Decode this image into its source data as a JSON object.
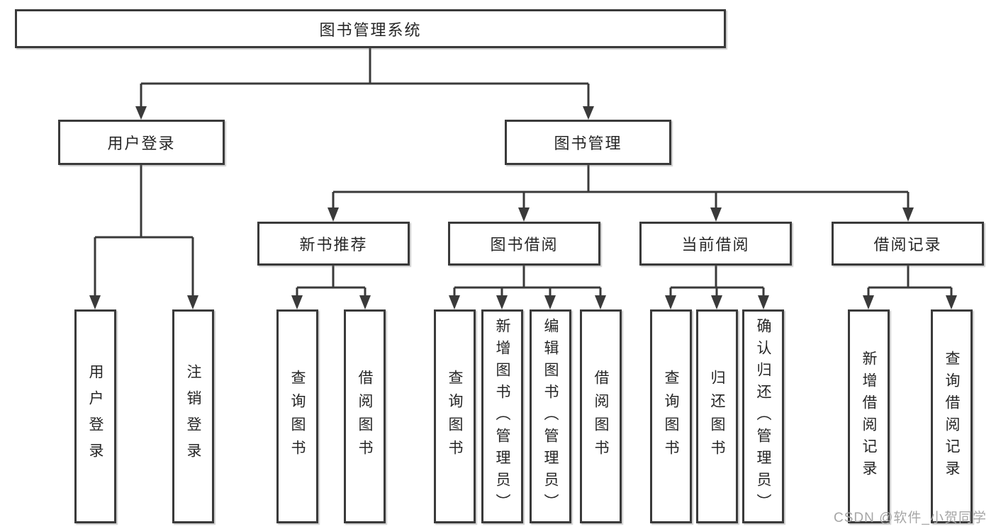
{
  "diagram": {
    "root": {
      "label": "图书管理系统",
      "children": [
        {
          "label": "用户登录",
          "children": [
            {
              "label": "用户登录"
            },
            {
              "label": "注销登录"
            }
          ]
        },
        {
          "label": "图书管理",
          "children": [
            {
              "label": "新书推荐",
              "children": [
                {
                  "label": "查询图书"
                },
                {
                  "label": "借阅图书"
                }
              ]
            },
            {
              "label": "图书借阅",
              "children": [
                {
                  "label": "查询图书"
                },
                {
                  "label": "新增图书（管理员）"
                },
                {
                  "label": "编辑图书（管理员）"
                },
                {
                  "label": "借阅图书"
                }
              ]
            },
            {
              "label": "当前借阅",
              "children": [
                {
                  "label": "查询图书"
                },
                {
                  "label": "归还图书"
                },
                {
                  "label": "确认归还（管理员）"
                }
              ]
            },
            {
              "label": "借阅记录",
              "children": [
                {
                  "label": "新增借阅记录"
                },
                {
                  "label": "查询借阅记录"
                }
              ]
            }
          ]
        }
      ]
    }
  },
  "watermark": {
    "text": "CSDN @软件_小贺同学",
    "color": "#a6a6a6"
  },
  "colors": {
    "line": "#3a3a3a",
    "text": "#262626",
    "background": "#ffffff"
  }
}
